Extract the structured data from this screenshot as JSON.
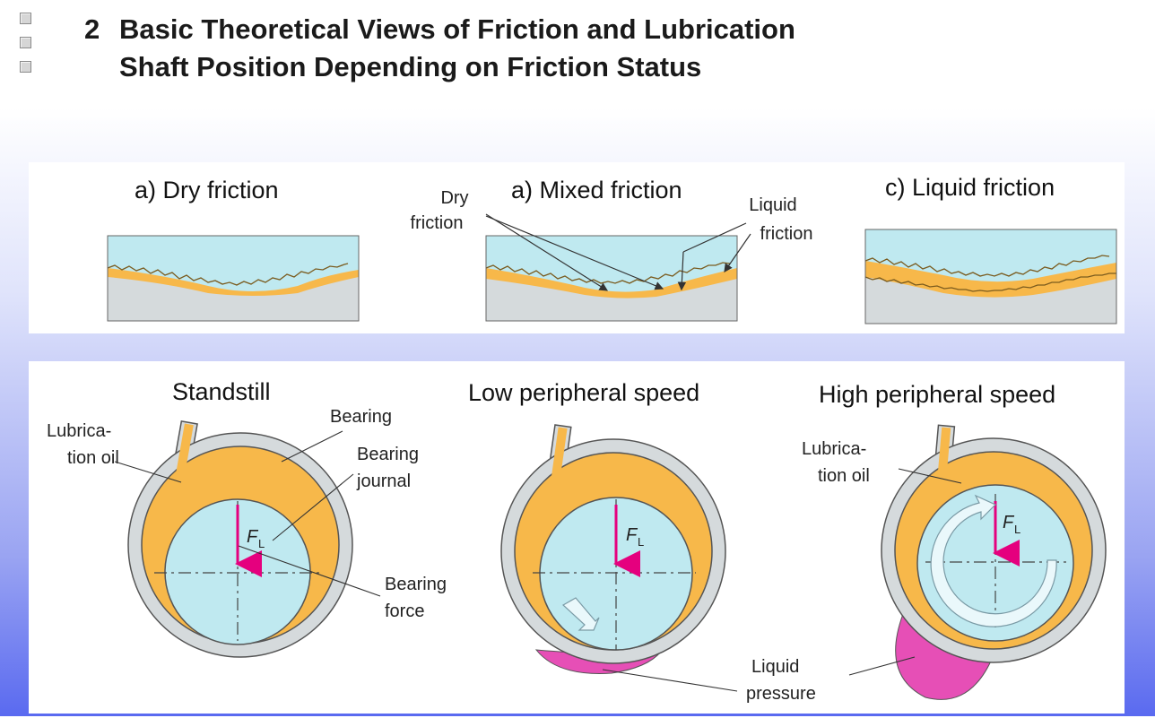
{
  "slide": {
    "number": "2",
    "title": "Basic Theoretical Views of Friction and Lubrication",
    "subtitle": "Shaft Position Depending on Friction Status",
    "bullet_count": 3
  },
  "friction_panel": {
    "dry_heading": "a)  Dry friction",
    "mixed_heading": "a)  Mixed friction",
    "liquid_heading": "c)  Liquid friction",
    "annot_dry_1": "Dry",
    "annot_dry_2": "friction",
    "annot_liquid_1": "Liquid",
    "annot_liquid_2": "friction"
  },
  "bearing_panel": {
    "standstill": "Standstill",
    "low_speed": "Low peripheral speed",
    "high_speed": "High peripheral speed",
    "bearing": "Bearing",
    "lub_oil_1": "Lubrica-",
    "lub_oil_2": "tion oil",
    "journal_1": "Bearing",
    "journal_2": "journal",
    "force_1": "Bearing",
    "force_2": "force",
    "force_symbol": "F",
    "force_subscript": "L",
    "pressure_1": "Liquid",
    "pressure_2": "pressure"
  },
  "colors": {
    "liquid": "#bfe9f0",
    "oil": "#f7b84a",
    "solid": "#d5dadc",
    "force_arrow": "#e5007e",
    "pressure": "#e64fb6"
  }
}
